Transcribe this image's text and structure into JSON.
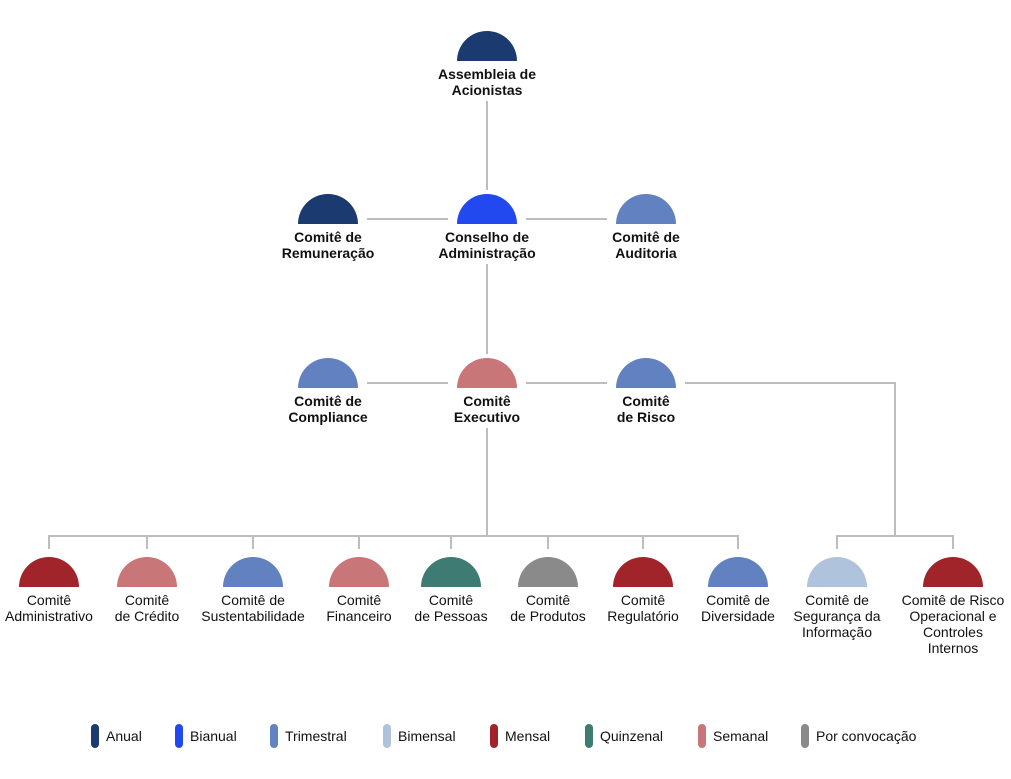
{
  "frequencies": [
    {
      "key": "anual",
      "label": "Anual",
      "color": "#1a3a70"
    },
    {
      "key": "bianual",
      "label": "Bianual",
      "color": "#2249f0"
    },
    {
      "key": "trimestral",
      "label": "Trimestral",
      "color": "#6281c0"
    },
    {
      "key": "bimensal",
      "label": "Bimensal",
      "color": "#afc3dc"
    },
    {
      "key": "mensal",
      "label": "Mensal",
      "color": "#a0242a"
    },
    {
      "key": "quinzenal",
      "label": "Quinzenal",
      "color": "#3d7b73"
    },
    {
      "key": "semanal",
      "label": "Semanal",
      "color": "#c87678"
    },
    {
      "key": "porconvocacao",
      "label": "Por convocação",
      "color": "#8a8a8a"
    }
  ],
  "nodes": [
    {
      "id": "assembleia",
      "label": "Assembleia de\nAcionistas",
      "frequency": "anual"
    },
    {
      "id": "remuneracao",
      "label": "Comitê de\nRemuneração",
      "frequency": "anual"
    },
    {
      "id": "conselho",
      "label": "Conselho de\nAdministração",
      "frequency": "bianual"
    },
    {
      "id": "auditoria",
      "label": "Comitê de\nAuditoria",
      "frequency": "trimestral"
    },
    {
      "id": "compliance",
      "label": "Comitê de\nCompliance",
      "frequency": "trimestral"
    },
    {
      "id": "executivo",
      "label": "Comitê\nExecutivo",
      "frequency": "semanal"
    },
    {
      "id": "risco",
      "label": "Comitê\nde Risco",
      "frequency": "trimestral"
    },
    {
      "id": "administrativo",
      "label": "Comitê\nAdministrativo",
      "frequency": "mensal"
    },
    {
      "id": "credito",
      "label": "Comitê\nde Crédito",
      "frequency": "semanal"
    },
    {
      "id": "sustentabilidade",
      "label": "Comitê de\nSustentabilidade",
      "frequency": "trimestral"
    },
    {
      "id": "financeiro",
      "label": "Comitê\nFinanceiro",
      "frequency": "semanal"
    },
    {
      "id": "pessoas",
      "label": "Comitê\nde Pessoas",
      "frequency": "quinzenal"
    },
    {
      "id": "produtos",
      "label": "Comitê\nde Produtos",
      "frequency": "porconvocacao"
    },
    {
      "id": "regulatorio",
      "label": "Comitê\nRegulatório",
      "frequency": "mensal"
    },
    {
      "id": "diversidade",
      "label": "Comitê de\nDiversidade",
      "frequency": "trimestral"
    },
    {
      "id": "seguranca",
      "label": "Comitê de\nSegurança da\nInformação",
      "frequency": "bimensal"
    },
    {
      "id": "riscooperacional",
      "label": "Comitê de Risco\nOperacional e\nControles\nInternos",
      "frequency": "mensal"
    }
  ],
  "edges": [
    [
      "assembleia",
      "conselho"
    ],
    [
      "remuneracao",
      "conselho"
    ],
    [
      "conselho",
      "auditoria"
    ],
    [
      "conselho",
      "executivo"
    ],
    [
      "compliance",
      "executivo"
    ],
    [
      "executivo",
      "risco"
    ],
    [
      "executivo",
      "administrativo"
    ],
    [
      "executivo",
      "credito"
    ],
    [
      "executivo",
      "sustentabilidade"
    ],
    [
      "executivo",
      "financeiro"
    ],
    [
      "executivo",
      "pessoas"
    ],
    [
      "executivo",
      "produtos"
    ],
    [
      "executivo",
      "regulatorio"
    ],
    [
      "executivo",
      "diversidade"
    ],
    [
      "risco",
      "seguranca"
    ],
    [
      "risco",
      "riscooperacional"
    ]
  ]
}
